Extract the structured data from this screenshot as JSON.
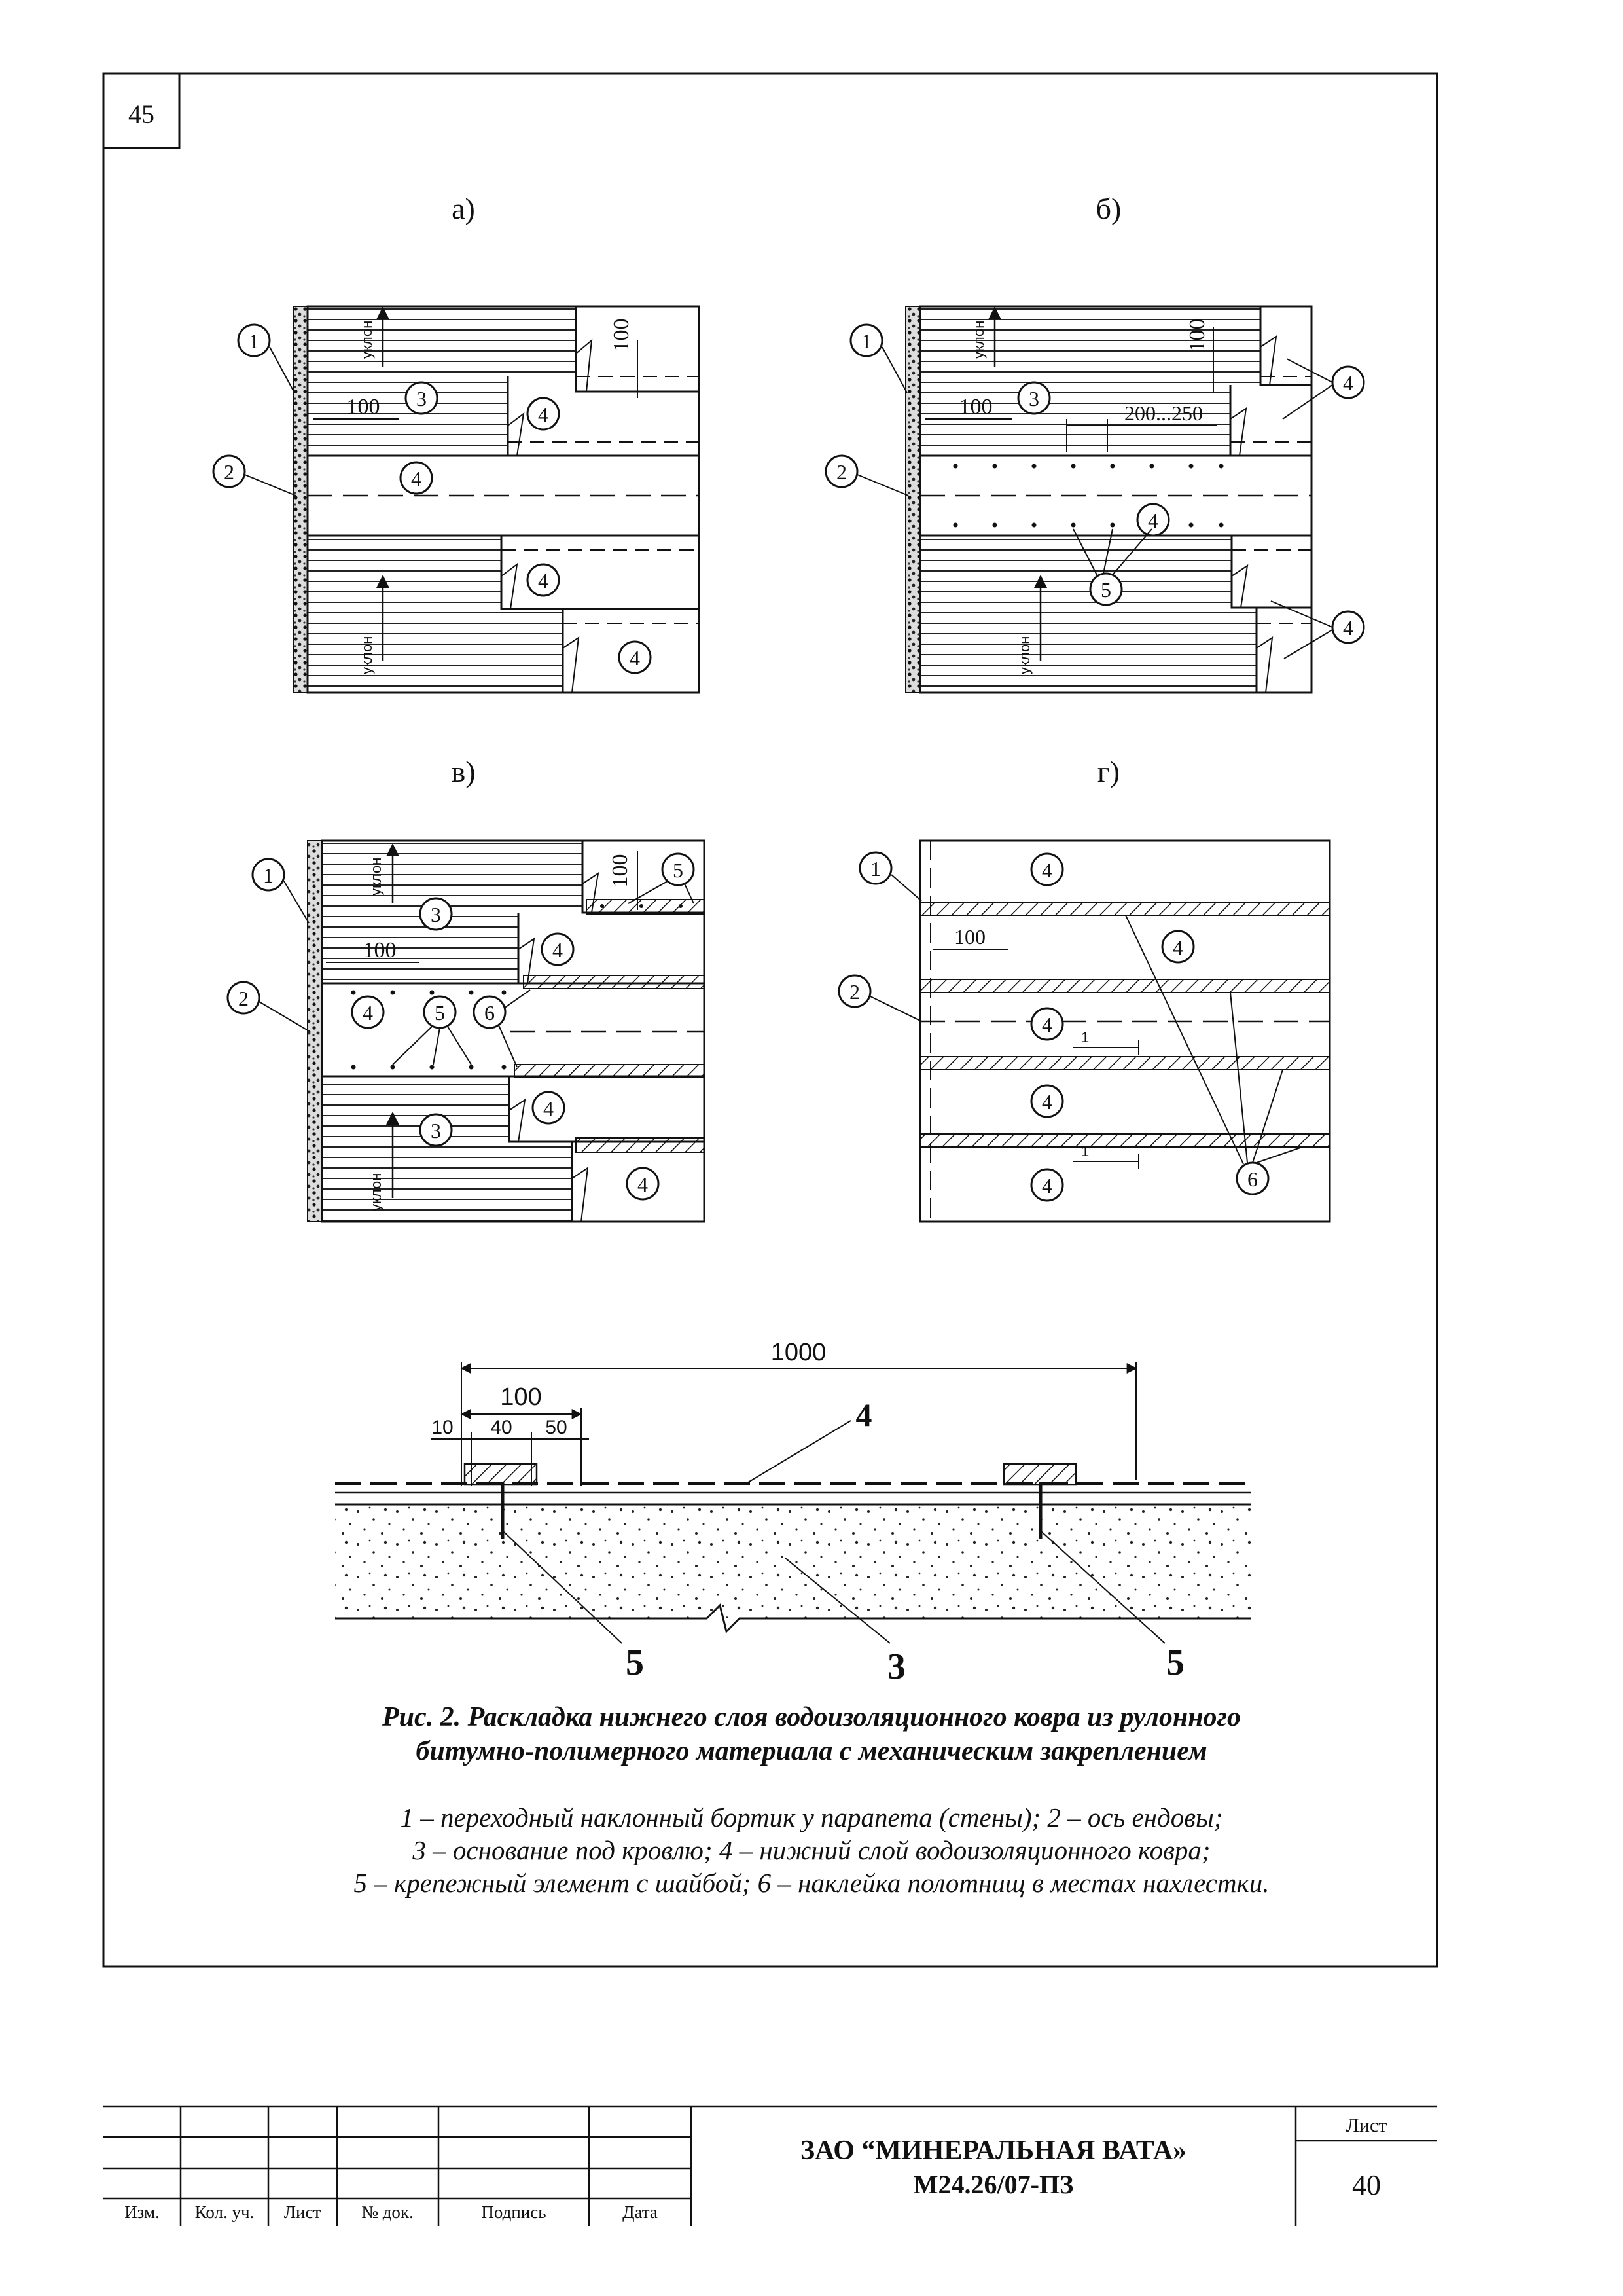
{
  "page_number": "45",
  "panels": {
    "a": {
      "label": "а)",
      "dims": {
        "top_right": "100",
        "left": "100"
      },
      "callouts": [
        "1",
        "2",
        "3",
        "4",
        "4",
        "4",
        "4"
      ],
      "slope": "уклон"
    },
    "b": {
      "label": "б)",
      "dims": {
        "top_right": "100",
        "left": "100",
        "spacing": "200...250"
      },
      "callouts": [
        "1",
        "2",
        "3",
        "4",
        "4",
        "4",
        "5"
      ],
      "slope": "уклон"
    },
    "v": {
      "label": "в)",
      "dims": {
        "top_right": "100",
        "left": "100"
      },
      "callouts": [
        "1",
        "2",
        "3",
        "3",
        "4",
        "4",
        "4",
        "4",
        "5",
        "5",
        "6"
      ],
      "slope": "уклон"
    },
    "g": {
      "label": "г)",
      "dims": {
        "left": "100",
        "step": "1"
      },
      "callouts": [
        "1",
        "2",
        "4",
        "4",
        "4",
        "4",
        "4",
        "6"
      ]
    }
  },
  "section": {
    "dims": {
      "total": "1000",
      "overlap": "100",
      "edge": "10",
      "mid": "40",
      "right": "50"
    },
    "labels": {
      "layer": "4",
      "fastener": "5",
      "base": "3"
    }
  },
  "caption": {
    "title_line1": "Рис. 2. Раскладка нижнего слоя водоизоляционного ковра из рулонного",
    "title_line2": "битумно-полимерного материала с механическим закреплением",
    "legend_line1": "1 – переходный наклонный бортик у парапета (стены); 2 – ось ендовы;",
    "legend_line2": "3 – основание под кровлю; 4 – нижний слой водоизоляционного ковра;",
    "legend_line3": "5 – крепежный элемент с шайбой; 6 – наклейка полотнищ в местах нахлестки."
  },
  "title_block": {
    "company": "ЗАО “МИНЕРАЛЬНАЯ ВАТА»",
    "doc_code": "М24.26/07-ПЗ",
    "sheet_label": "Лист",
    "sheet_number": "40",
    "columns": [
      "Изм.",
      "Кол. уч.",
      "Лист",
      "№ док.",
      "Подпись",
      "Дата"
    ]
  }
}
